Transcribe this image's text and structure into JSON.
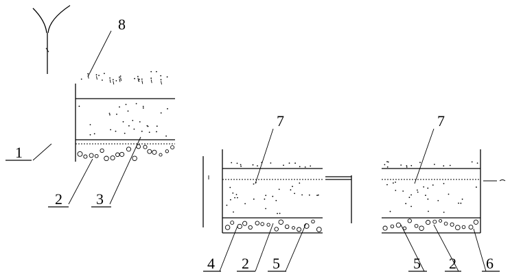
{
  "figure": {
    "labels": {
      "l1": "1",
      "l2a": "2",
      "l3": "3",
      "l8": "8",
      "l7a": "7",
      "l4": "4",
      "l2b": "2",
      "l5a": "5",
      "l7b": "7",
      "l5b": "5",
      "l2c": "2",
      "l6": "6"
    }
  }
}
